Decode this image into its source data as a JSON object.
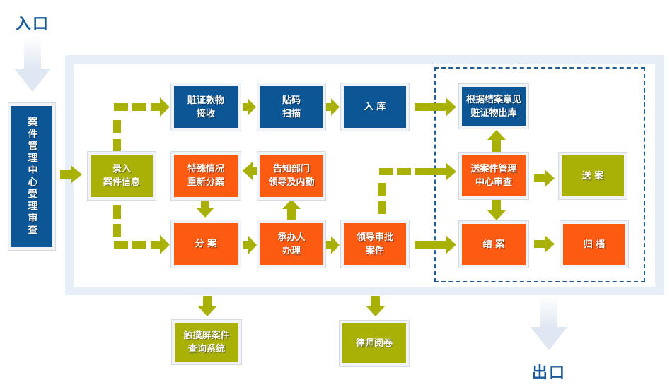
{
  "entry_label": "入口",
  "exit_label": "出口",
  "colors": {
    "blue": "#0d5696",
    "orange": "#fd5a12",
    "olive": "#a9b107",
    "arrow": "#a9b107",
    "frame": "#e6eef7",
    "dashed_region": "#1f5e9c"
  },
  "nodes": {
    "reception_review": "案件管理中心受理审查",
    "enter_case_info": "录入\n案件信息",
    "evidence_receive": "赃证款物\n接收",
    "barcode_scan": "贴码\n扫描",
    "warehouse_in": "入  库",
    "evidence_out": "根据结案意见\n赃证物出库",
    "special_reassign": "特殊情况\n重新分案",
    "notify_leaders": "告知部门\n领导及内勤",
    "assign_case": "分  案",
    "handler_process": "承办人\n办理",
    "leader_approve": "领导审批\n案件",
    "send_center_review": "送案件管理\n中心审查",
    "send_case": "送  案",
    "close_case": "结  案",
    "archive": "归  档",
    "touchscreen_query": "触摸屏案件\n查询系统",
    "lawyer_review": "律师阅卷"
  }
}
